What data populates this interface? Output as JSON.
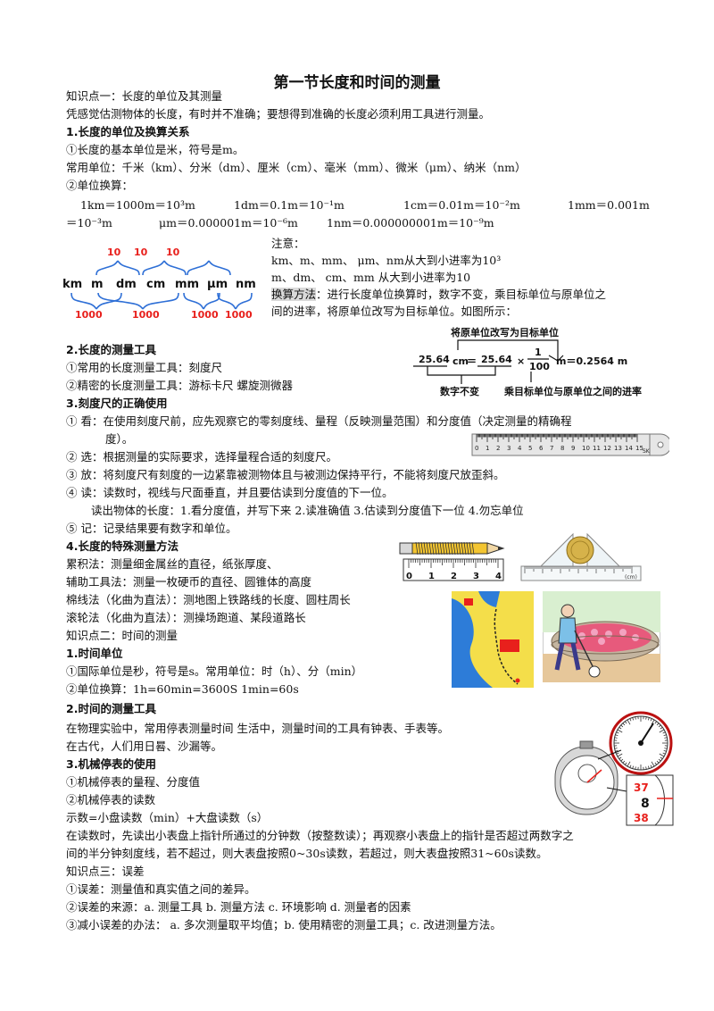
{
  "title": "第一节长度和时间的测量",
  "l1": "知识点一：长度的单位及其测量",
  "l2": "凭感觉估测物体的长度，有时并不准确；要想得到准确的长度必须利用工具进行测量。",
  "h1": "1.长度的单位及换算关系",
  "l3": "①长度的基本单位是米，符号是m。",
  "l4": "常用单位：千米（km）、分米（dm）、厘米（cm）、毫米（mm）、微米（μm）、纳米（nm）",
  "l5": "②单位换算：",
  "conv": {
    "a": "1km＝1000m＝10³m",
    "b": "1dm＝0.1m＝10⁻¹m",
    "c": "1cm＝0.01m＝10⁻²m",
    "d": "1mm＝0.001m",
    "e": "＝10⁻³m",
    "f": "μm＝0.000001m＝10⁻⁶m",
    "g": "1nm＝0.000000001m＝10⁻⁹m"
  },
  "unitfig": {
    "units": [
      "km",
      "m",
      "dm",
      "cm",
      "mm",
      "μm",
      "nm"
    ],
    "top": [
      "10",
      "10",
      "10"
    ],
    "bottom": [
      "1000",
      "1000",
      "1000",
      "1000"
    ]
  },
  "note": {
    "t": "注意：",
    "a": "km、m、mm、 μm、nm从大到小进率为10³",
    "b": "m、dm、 cm、mm 从大到小进率为10",
    "c_hl": "换算方法",
    "c": "：进行长度单位换算时，数字不变，乘目标单位与原单位之",
    "d": "间的进率，将原单位改写为目标单位。如图所示："
  },
  "convfig": {
    "top": "将原单位改写为目标单位",
    "n1": "25.64",
    "u1": "cm",
    "eq": "＝",
    "n2": "25.64",
    "x": "×",
    "num": "1",
    "den": "100",
    "res": "m＝0.2564 m",
    "b1": "数字不变",
    "b2": "乘目标单位与原单位之间的进率"
  },
  "h2": "2.长度的测量工具",
  "l6": "①常用的长度测量工具：刻度尺",
  "l7": "②精密的长度测量工具：游标卡尺      螺旋测微器",
  "h3": "3.刻度尺的正确使用",
  "l8": "① 看：在使用刻度尺前，应先观察它的零刻度线、量程（反映测量范围）和分度值（决定测量的精确程",
  "l8b": "度）。",
  "l9": "② 选：根据测量的实际要求，选择量程合适的刻度尺。",
  "l10": "③ 放：将刻度尺有刻度的一边紧靠被测物体且与被测边保持平行，不能将刻度尺放歪斜。",
  "l11": "④ 读：读数时，视线与尺面垂直，并且要估读到分度值的下一位。",
  "l12": "读出物体的长度：1.看分度值，并写下来 2.读准确值 3.估读到分度值下一位 4.勿忘单位",
  "l13": "⑤ 记：记录结果要有数字和单位。",
  "ruler": {
    "label": "SK",
    "nums": [
      "0",
      "1",
      "2",
      "3",
      "4",
      "5",
      "6",
      "7",
      "8",
      "9",
      "10",
      "11",
      "12",
      "13",
      "14",
      "15"
    ]
  },
  "pencil_nums": [
    "0",
    "1",
    "2",
    "3",
    "4"
  ],
  "coin_unit": "(cm)",
  "h4": "4.长度的特殊测量方法",
  "l14": "累积法：测量细金属丝的直径，纸张厚度、",
  "l15": "辅助工具法：测量一枚硬币的直径、圆锥体的高度",
  "l16": "棉线法（化曲为直法）：测地图上铁路线的长度、圆柱周长",
  "l17": "滚轮法（化曲为直法）：测操场跑道、某段道路长",
  "l18": "知识点二：时间的测量",
  "h5": "1.时间单位",
  "l19": "①国际单位是秒，符号是s。常用单位：时（h）、分（min）",
  "l20": "②单位换算：1h=60min=3600S        1min=60s",
  "h6": "2.时间的测量工具",
  "l21": "在物理实验中，常用停表测量时间      生活中，测量时间的工具有钟表、手表等。",
  "l22": "在古代，人们用日晷、沙漏等。",
  "h7": "3.机械停表的使用",
  "l23": "①机械停表的量程、分度值",
  "l24": "②机械停表的读数",
  "l25": "示数=小盘读数（min）+大盘读数（s）",
  "l26": "在读数时，先读出小表盘上指针所通过的分钟数（按整数读）；再观察小表盘上的指针是否超过两数字之",
  "l27": "间的半分钟刻度线，若不超过，则大表盘按照0~30s读数，若超过，则大表盘按照31~60s读数。",
  "l28": "知识点三：误差",
  "l29": "①误差：测量值和真实值之间的差异。",
  "l30": "②误差的来源：a. 测量工具      b. 测量方法    c. 环境影响    d. 测量者的因素",
  "l31": "③减小误差的办法： a. 多次测量取平均值；b. 使用精密的测量工具；c. 改进测量方法。",
  "stopwatch": {
    "n1": "37",
    "n2": "8",
    "n3": "38"
  },
  "colors": {
    "red": "#e8201c",
    "blue": "#2e6fd6",
    "dark": "#111111"
  }
}
